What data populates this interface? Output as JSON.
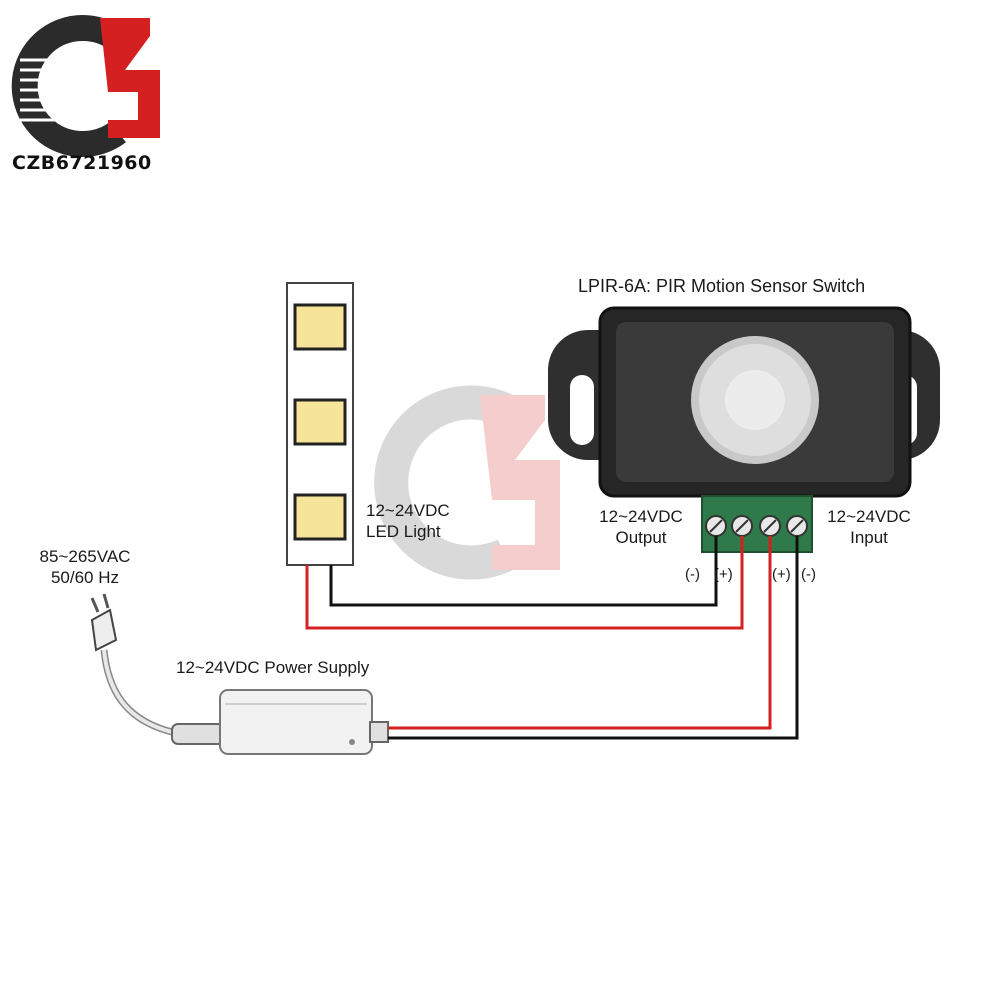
{
  "brand": {
    "name": "CZB6721960",
    "colors": {
      "dark": "#2b2b2b",
      "red": "#d42020"
    }
  },
  "sensor": {
    "title": "LPIR-6A: PIR Motion Sensor Switch",
    "output_label_line1": "12~24VDC",
    "output_label_line2": "Output",
    "input_label_line1": "12~24VDC",
    "input_label_line2": "Input",
    "terminals": [
      "(-)",
      "(+)",
      "(+)",
      "(-)"
    ]
  },
  "led": {
    "label_line1": "12~24VDC",
    "label_line2": "LED Light"
  },
  "ac": {
    "label_line1": "85~265VAC",
    "label_line2": "50/60 Hz"
  },
  "power_supply": {
    "label": "12~24VDC Power Supply"
  },
  "wire_colors": {
    "positive": "#d42020",
    "negative": "#111111"
  }
}
